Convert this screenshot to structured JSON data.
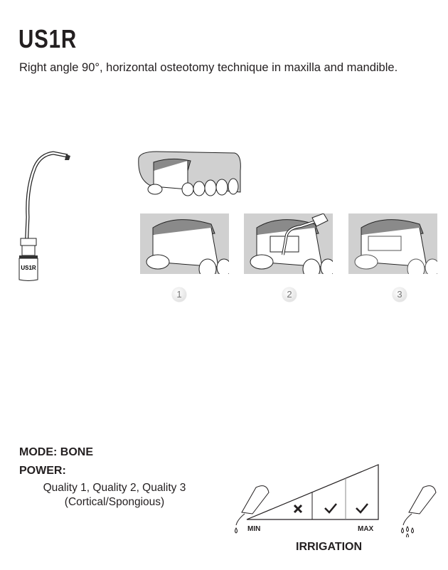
{
  "header": {
    "title": "US1R",
    "subtitle": "Right angle 90°, horizontal osteotomy technique in maxilla and mandible."
  },
  "instrument": {
    "label": "US1R"
  },
  "steps": [
    {
      "number": "1"
    },
    {
      "number": "2"
    },
    {
      "number": "3"
    }
  ],
  "settings": {
    "mode": "MODE: BONE",
    "power_label": "POWER:",
    "quality_line1": "Quality 1, Quality 2, Quality 3",
    "quality_line2": "(Cortical/Spongious)"
  },
  "irrigation": {
    "label": "IRRIGATION",
    "min": "MIN",
    "max": "MAX",
    "levels": [
      "cross",
      "check",
      "check"
    ]
  },
  "colors": {
    "gum": "#d0d0d0",
    "bone": "#8a8a8a"
  }
}
